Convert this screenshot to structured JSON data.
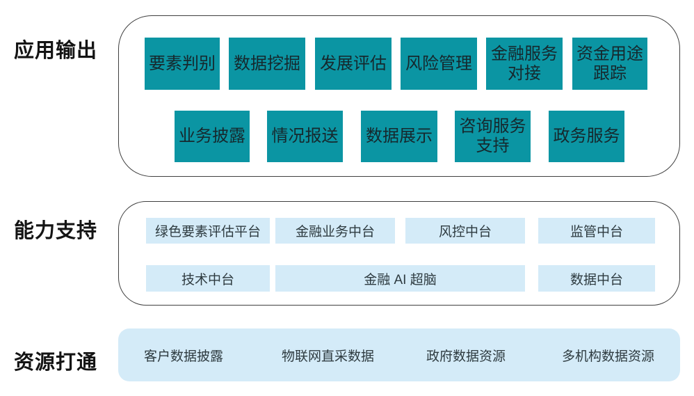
{
  "colors": {
    "teal": "#0b95a3",
    "light_blue": "#d4ebf8",
    "outline": "#3f3f3f"
  },
  "sections": {
    "app_output": {
      "label": "应用输出",
      "row1": [
        "要素判别",
        "数据挖掘",
        "发展评估",
        "风险管理",
        "金融服务\n对接",
        "资金用途\n跟踪"
      ],
      "row2": [
        "业务披露",
        "情况报送",
        "数据展示",
        "咨询服务\n支持",
        "政务服务"
      ]
    },
    "capability": {
      "label": "能力支持",
      "row1": [
        "绿色要素评估平台",
        "金融业务中台",
        "风控中台",
        "监管中台"
      ],
      "row2": [
        "技术中台",
        "金融 AI 超脑",
        "数据中台"
      ]
    },
    "resources": {
      "label": "资源打通",
      "items": [
        "客户数据披露",
        "物联网直采数据",
        "政府数据资源",
        "多机构数据资源"
      ]
    }
  }
}
